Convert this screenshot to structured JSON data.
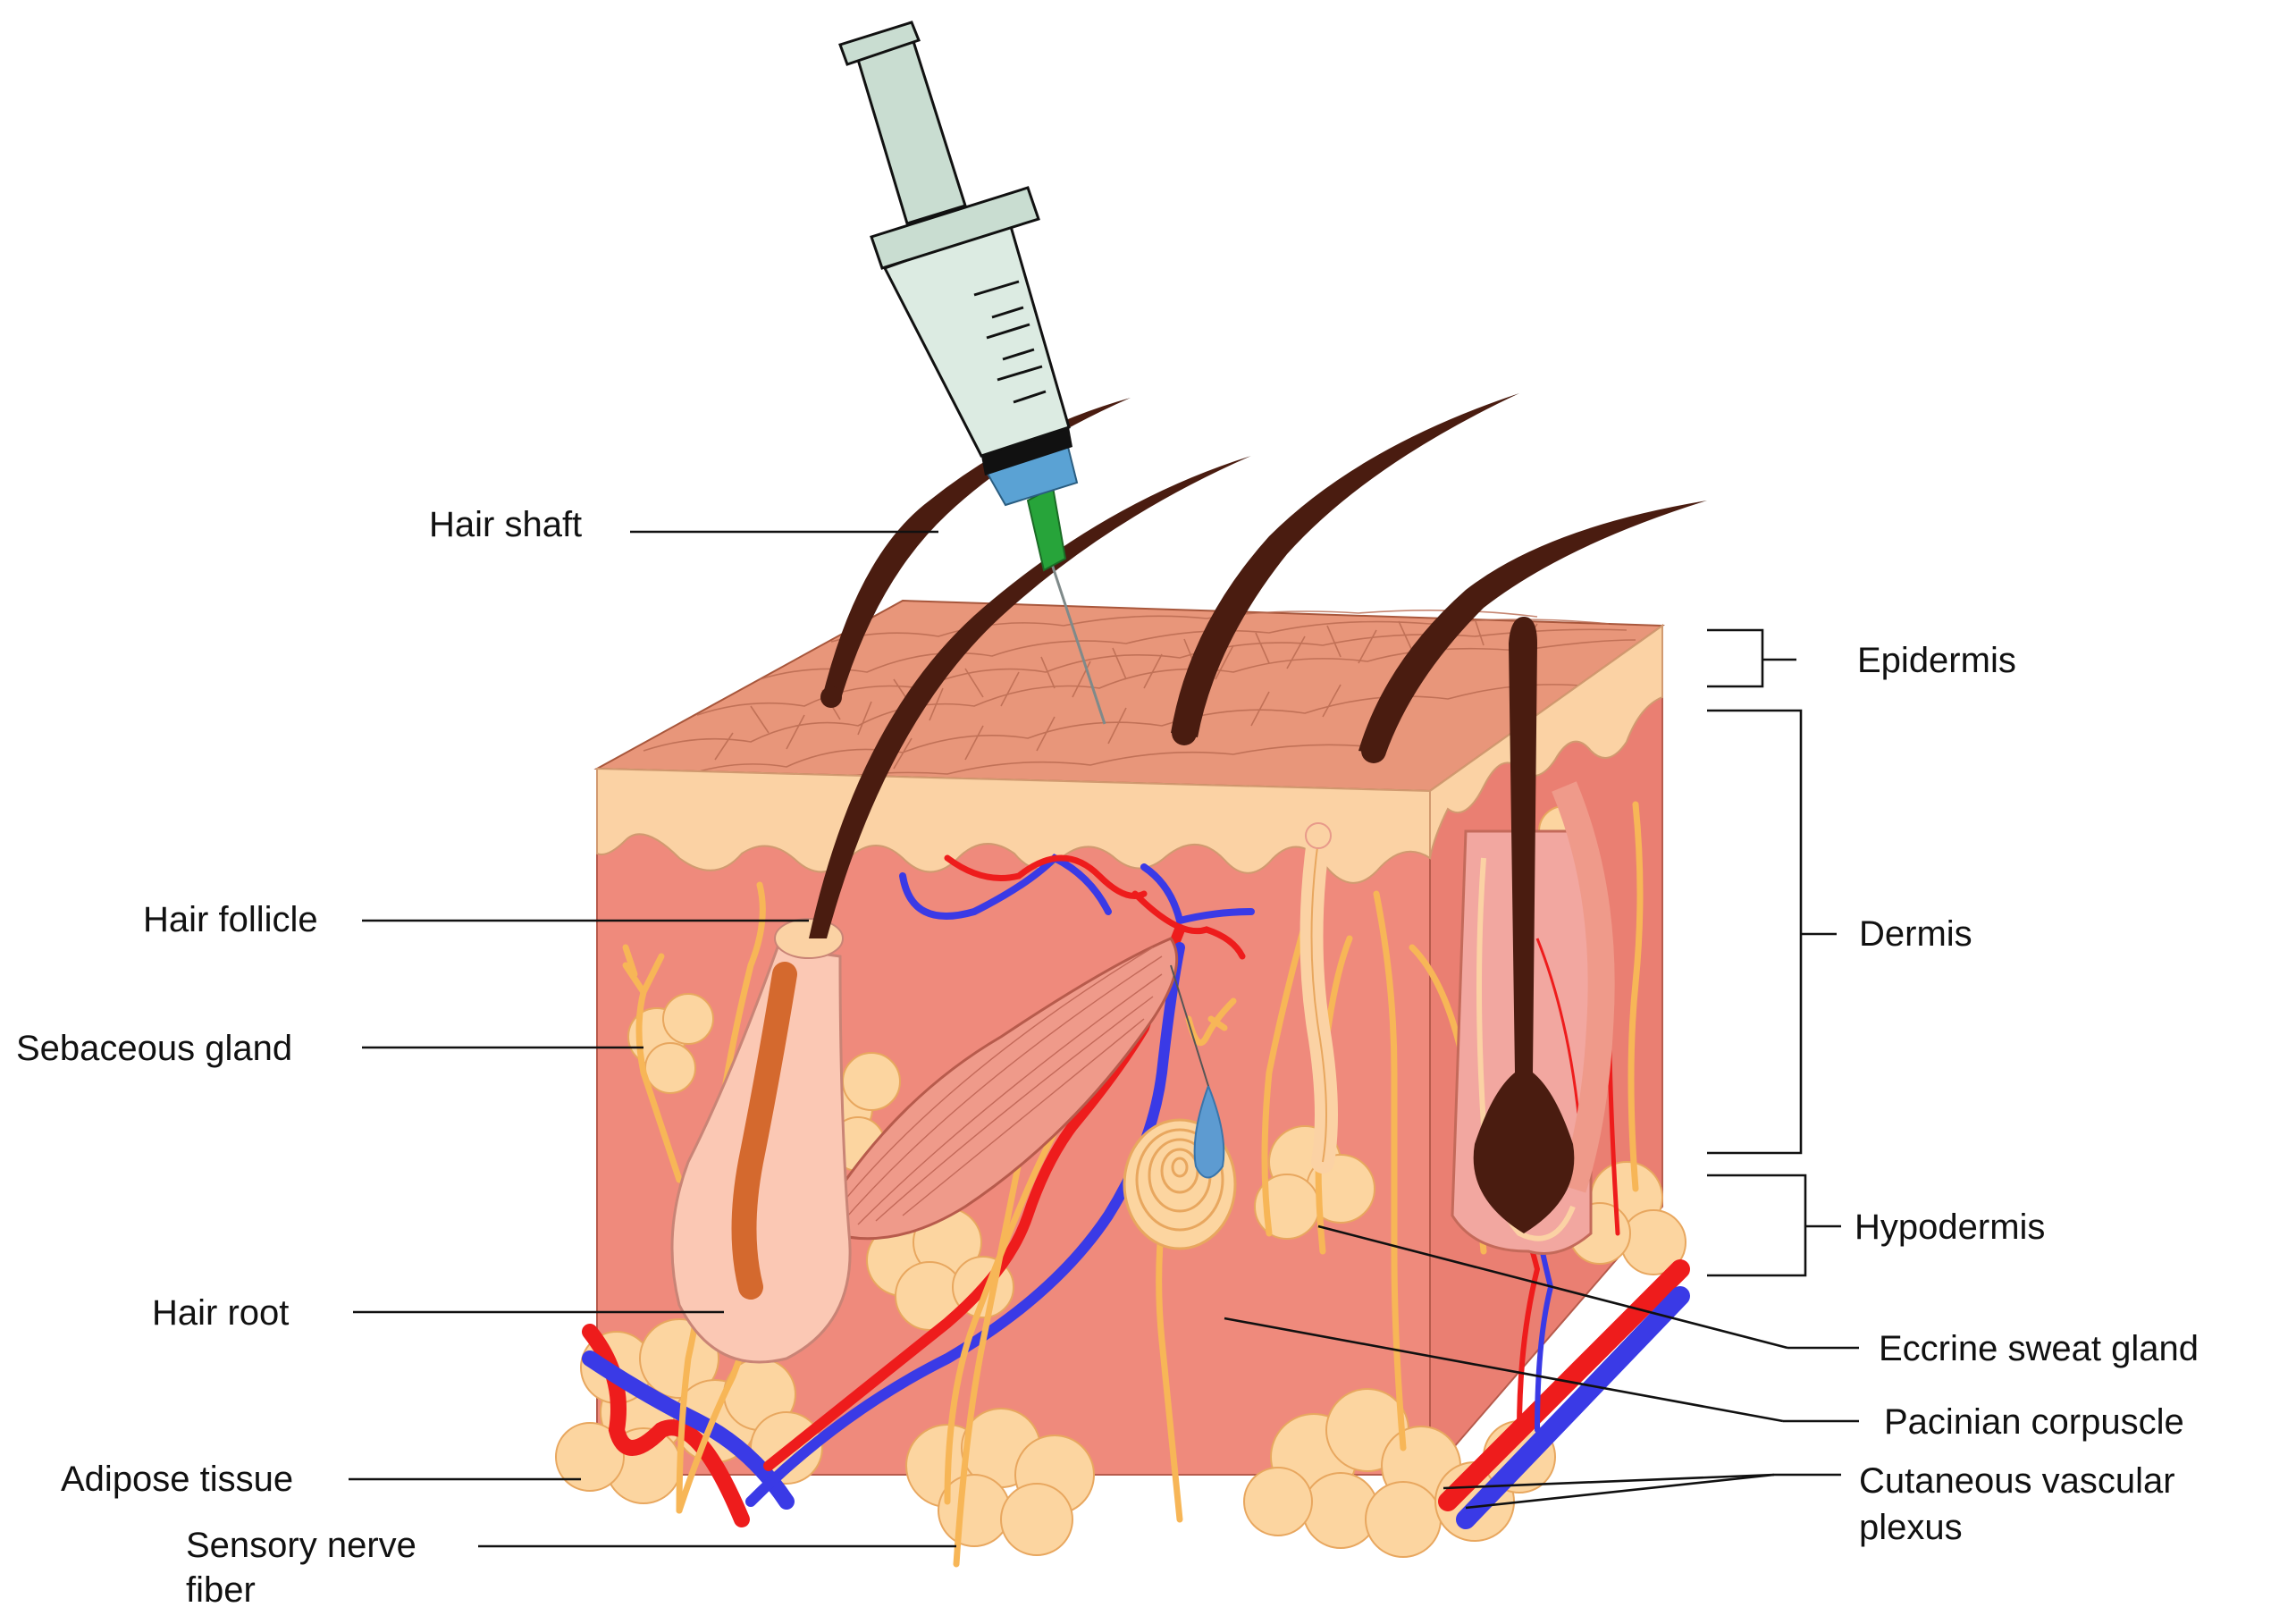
{
  "labels": {
    "hair_shaft": "Hair shaft",
    "hair_follicle": "Hair follicle",
    "sebaceous_gland": "Sebaceous gland",
    "hair_root": "Hair root",
    "adipose_tissue": "Adipose tissue",
    "sensory_nerve_line1": "Sensory nerve",
    "sensory_nerve_line2": "fiber",
    "epidermis": "Epidermis",
    "dermis": "Dermis",
    "hypodermis": "Hypodermis",
    "eccrine_sweat_gland": "Eccrine sweat gland",
    "pacinian_corpuscle": "Pacinian corpuscle",
    "cutaneous_vascular_line1": "Cutaneous vascular",
    "cutaneous_vascular_line2": "plexus"
  },
  "colors": {
    "epidermis_surface": "#e8967a",
    "dermis": "#ef8a7c",
    "papillary_layer": "#fbd2a4",
    "adipose": "#fcd5a0",
    "nerve": "#f7b657",
    "artery": "#ee1c1c",
    "vein": "#3a3ae6",
    "hair": "#4a1c10",
    "syringe_barrel": "#dcebe2",
    "needle_hub": "#5aa2d4",
    "needle_tip": "#27a43a",
    "sweat_drop": "#5d9bd1"
  }
}
